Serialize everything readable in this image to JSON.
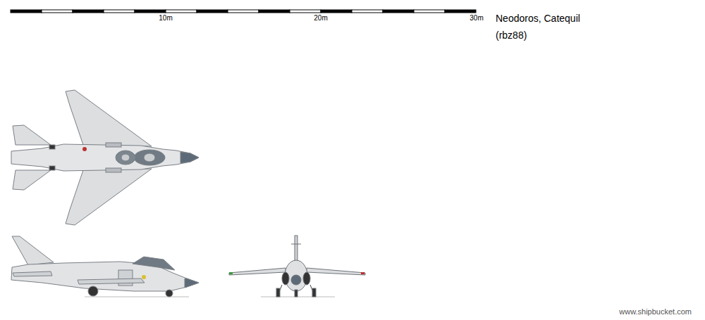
{
  "diagram": {
    "title": "Neodoros, Catequil",
    "labels": [
      "10m",
      "20m",
      "30m",
      "(rbz88)",
      "www.shipbucket.com"
    ]
  }
}
